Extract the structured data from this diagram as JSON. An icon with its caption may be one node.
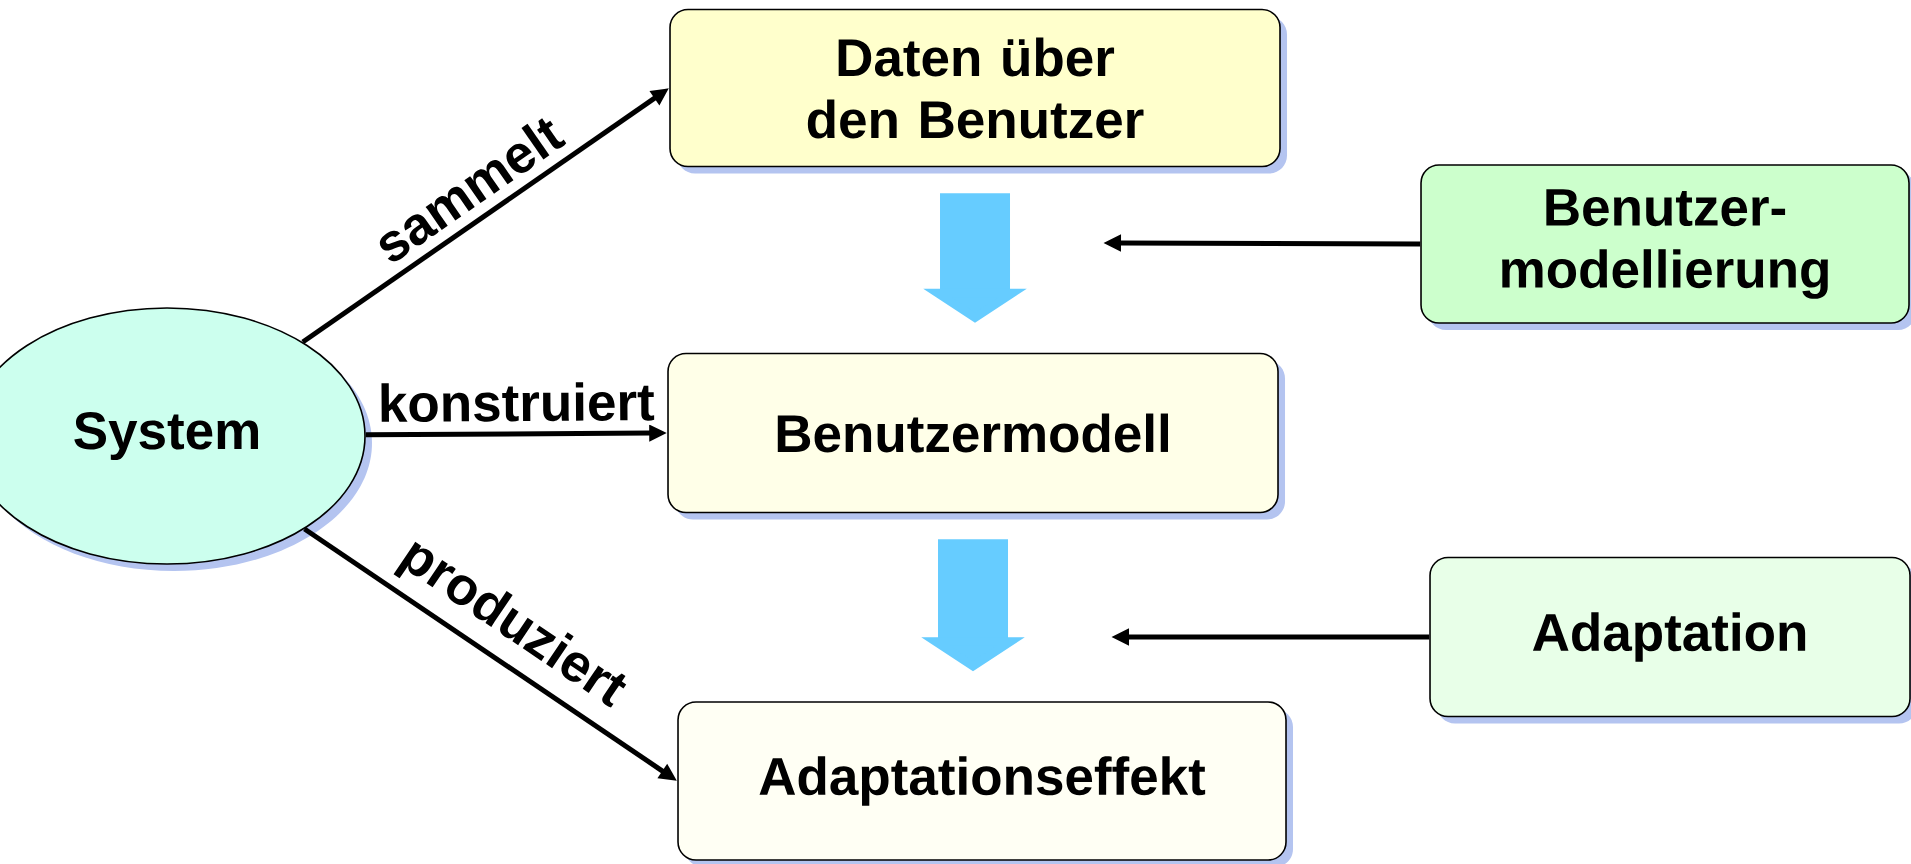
{
  "diagram": {
    "nodes": [
      {
        "text": [
          "System"
        ]
      },
      {
        "text": [
          "Daten über den Benutzer"
        ]
      },
      {
        "text": [
          "Benutzermodell"
        ]
      },
      {
        "text": [
          "Adaptationseffekt"
        ]
      },
      {
        "text": [
          "Benutzer- modellierung"
        ]
      },
      {
        "text": [
          "Adaptation"
        ]
      }
    ],
    "edges": [
      {
        "from": 0,
        "to": 1,
        "arrow": "to",
        "label": "sammelt"
      },
      {
        "from": 0,
        "to": 2,
        "arrow": "to",
        "label": "konstruiert"
      },
      {
        "from": 0,
        "to": 3,
        "arrow": "to",
        "label": "produziert"
      },
      {
        "from": 1,
        "to": 2,
        "arrow": "to",
        "style": "thick",
        "color": "#66ccff"
      },
      {
        "from": 2,
        "to": 3,
        "arrow": "to",
        "style": "thick",
        "color": "#66ccff"
      },
      {
        "from": 4,
        "to": null,
        "arrow": "to"
      },
      {
        "from": 5,
        "to": null,
        "arrow": "to"
      }
    ]
  }
}
